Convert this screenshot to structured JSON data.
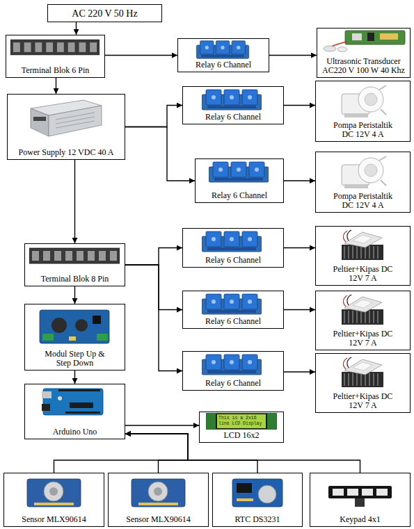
{
  "diagram": {
    "nodes": [
      {
        "text": [
          "AC 220 V 50 Hz"
        ]
      },
      {
        "text": [
          "Terminal Blok 6 Pin"
        ]
      },
      {
        "text": [
          "Relay 6 Channel"
        ]
      },
      {
        "text": [
          "Ultrasonic Transducer AC220 V 100 W 40 Khz"
        ]
      },
      {
        "text": [
          "Power Supply 12 VDC 40 A"
        ]
      },
      {
        "text": [
          "Relay 6 Channel"
        ]
      },
      {
        "text": [
          "Pompa Peristaltik DC 12V 4 A"
        ]
      },
      {
        "text": [
          "Relay 6 Channel"
        ]
      },
      {
        "text": [
          "Pompa Peristaltik DC 12V 4 A"
        ]
      },
      {
        "text": [
          "Terminal Blok 8 Pin"
        ]
      },
      {
        "text": [
          "Relay 6 Channel"
        ]
      },
      {
        "text": [
          "Peltier+Kipas DC 12V 7 A"
        ]
      },
      {
        "text": [
          "Modul Step Up & Step Down"
        ]
      },
      {
        "text": [
          "Relay 6 Channel"
        ]
      },
      {
        "text": [
          "Peltier+Kipas DC 12V 7 A"
        ]
      },
      {
        "text": [
          "Arduino Uno"
        ]
      },
      {
        "text": [
          "Relay 6 Channel"
        ]
      },
      {
        "text": [
          "Peltier+Kipas DC 12V 7 A"
        ]
      },
      {
        "text": [
          "LCD 16x2"
        ]
      },
      {
        "text": [
          "Sensor MLX90614"
        ]
      },
      {
        "text": [
          "Sensor MLX90614"
        ]
      },
      {
        "text": [
          "RTC DS3231"
        ]
      },
      {
        "text": [
          "Keypad 4x1"
        ]
      }
    ],
    "edges": [
      {
        "from": 0,
        "to": 1,
        "arrow": "to"
      },
      {
        "from": 1,
        "to": 2,
        "arrow": "to"
      },
      {
        "from": 2,
        "to": 3,
        "arrow": "to"
      },
      {
        "from": 1,
        "to": 4,
        "arrow": "to"
      },
      {
        "from": 4,
        "to": 5,
        "arrow": "to"
      },
      {
        "from": 4,
        "to": 7,
        "arrow": "to"
      },
      {
        "from": 5,
        "to": 6,
        "arrow": "to"
      },
      {
        "from": 7,
        "to": 8,
        "arrow": "to"
      },
      {
        "from": 4,
        "to": 9,
        "arrow": "to"
      },
      {
        "from": 9,
        "to": 10,
        "arrow": "to"
      },
      {
        "from": 9,
        "to": 13,
        "arrow": "to"
      },
      {
        "from": 9,
        "to": 16,
        "arrow": "to"
      },
      {
        "from": 10,
        "to": 11,
        "arrow": "to"
      },
      {
        "from": 13,
        "to": 14,
        "arrow": "to"
      },
      {
        "from": 16,
        "to": 17,
        "arrow": "to"
      },
      {
        "from": 9,
        "to": 12,
        "arrow": "to"
      },
      {
        "from": 12,
        "to": 15,
        "arrow": "to"
      },
      {
        "from": 15,
        "to": 18,
        "arrow": "to"
      },
      {
        "from": 19,
        "to": 15,
        "arrow": "to"
      },
      {
        "from": 20,
        "to": 15,
        "arrow": "to"
      },
      {
        "from": 21,
        "to": 15,
        "arrow": "to"
      },
      {
        "from": 22,
        "to": 15,
        "arrow": "to"
      }
    ],
    "labels": [
      "This is a 2x16 line LCD Display"
    ]
  }
}
